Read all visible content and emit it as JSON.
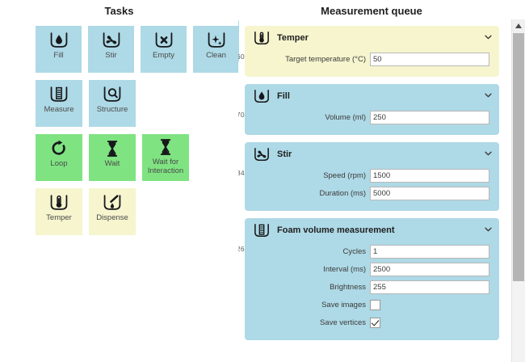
{
  "tasks": {
    "title": "Tasks",
    "items": [
      {
        "label": "Fill",
        "icon": "beaker-droplet-icon",
        "color": "blue"
      },
      {
        "label": "Stir",
        "icon": "beaker-propeller-icon",
        "color": "blue"
      },
      {
        "label": "Empty",
        "icon": "beaker-cross-icon",
        "color": "blue"
      },
      {
        "label": "Clean",
        "icon": "beaker-sparkle-icon",
        "color": "blue"
      },
      {
        "label": "Measure",
        "icon": "beaker-scale-icon",
        "color": "blue"
      },
      {
        "label": "Structure",
        "icon": "beaker-magnifier-icon",
        "color": "blue"
      },
      {
        "label": "Loop",
        "icon": "loop-arrow-icon",
        "color": "green"
      },
      {
        "label": "Wait",
        "icon": "hourglass-icon",
        "color": "green"
      },
      {
        "label": "Wait for Interaction",
        "icon": "hourglass-icon",
        "color": "green"
      },
      {
        "label": "Temper",
        "icon": "beaker-thermometer-icon",
        "color": "yellow"
      },
      {
        "label": "Dispense",
        "icon": "beaker-pipette-icon",
        "color": "yellow"
      }
    ]
  },
  "queue": {
    "title": "Measurement queue",
    "collapse_icon": "chevron-down-icon",
    "cards": [
      {
        "title": "Temper",
        "id": "36022812",
        "icon": "beaker-thermometer-icon",
        "color": "yellow",
        "fields": [
          {
            "label": "Target temperature (°C)",
            "type": "text",
            "value": "50"
          }
        ]
      },
      {
        "title": "Fill",
        "id": "27077749",
        "icon": "beaker-droplet-icon",
        "color": "blue",
        "fields": [
          {
            "label": "Volume (ml)",
            "type": "text",
            "value": "250"
          }
        ]
      },
      {
        "title": "Stir",
        "id": "53451100",
        "icon": "beaker-propeller-icon",
        "color": "blue",
        "fields": [
          {
            "label": "Speed (rpm)",
            "type": "text",
            "value": "1500"
          },
          {
            "label": "Duration (ms)",
            "type": "text",
            "value": "5000"
          }
        ]
      },
      {
        "title": "Foam volume measurement",
        "id": "32664435",
        "icon": "beaker-scale-icon",
        "color": "blue",
        "fields": [
          {
            "label": "Cycles",
            "type": "text",
            "value": "1"
          },
          {
            "label": "Interval (ms)",
            "type": "text",
            "value": "2500"
          },
          {
            "label": "Brightness",
            "type": "text",
            "value": "255"
          },
          {
            "label": "Save images",
            "type": "checkbox",
            "checked": false
          },
          {
            "label": "Save vertices",
            "type": "checkbox",
            "checked": true
          }
        ]
      }
    ]
  },
  "scrollbar": {
    "up_icon": "scroll-up-arrow-icon"
  },
  "colors": {
    "blue": "#aed9e6",
    "green": "#7fe382",
    "yellow": "#f6f5ce",
    "scroll_thumb": "#b5b5b5"
  }
}
